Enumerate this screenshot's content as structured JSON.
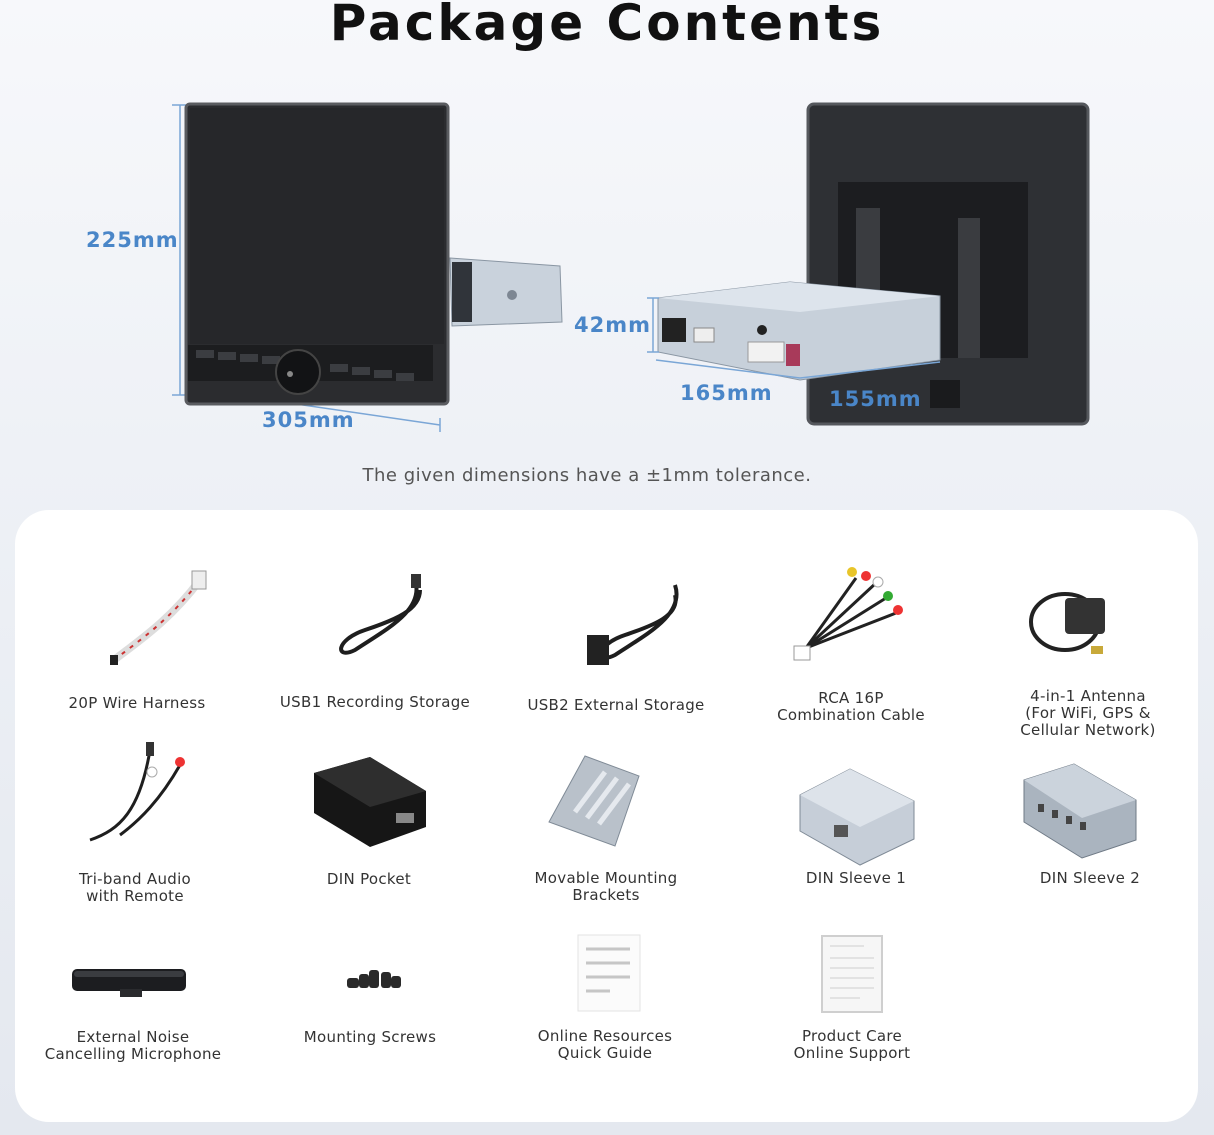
{
  "title": "Package Contents",
  "dimensions": {
    "height": "225mm",
    "width": "305mm",
    "depth": "42mm",
    "body_length": "165mm",
    "body_width": "155mm"
  },
  "tolerance_note": "The given dimensions have a ±1mm tolerance.",
  "items": [
    {
      "label": "20P Wire Harness"
    },
    {
      "label": "USB1 Recording Storage"
    },
    {
      "label": "USB2 External Storage"
    },
    {
      "label": "RCA 16P\nCombination Cable"
    },
    {
      "label": "4-in-1 Antenna\n(For WiFi, GPS &\nCellular Network)"
    },
    {
      "label": "Tri-band Audio\nwith Remote"
    },
    {
      "label": "DIN Pocket"
    },
    {
      "label": "Movable Mounting\nBrackets"
    },
    {
      "label": "DIN Sleeve 1"
    },
    {
      "label": "DIN Sleeve 2"
    },
    {
      "label": "External Noise\nCancelling Microphone"
    },
    {
      "label": "Mounting Screws"
    },
    {
      "label": "Online Resources\nQuick Guide"
    },
    {
      "label": "Product Care\nOnline Support"
    }
  ],
  "colors": {
    "accent": "#4a86c8",
    "screen": "#2b2c2f"
  }
}
